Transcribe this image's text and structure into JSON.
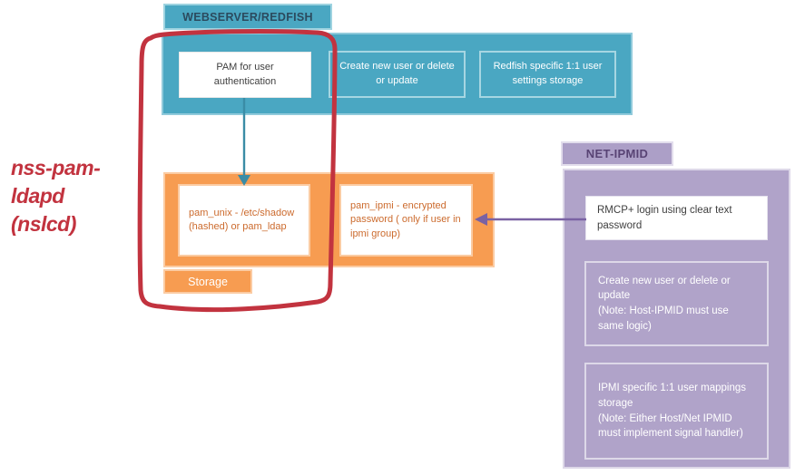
{
  "webserver": {
    "title": "WEBSERVER/REDFISH",
    "pam": "PAM for user authentication",
    "create": "Create new user or delete or update",
    "redfish": "Redfish specific 1:1 user settings storage"
  },
  "pam_storage": {
    "pam_unix": "pam_unix - /etc/shadow (hashed) or pam_ldap",
    "pam_ipmi": "pam_ipmi - encrypted password ( only if user in ipmi group)",
    "label": "Storage"
  },
  "net_ipmid": {
    "title": "NET-IPMID",
    "rmcp": "RMCP+ login using clear text password",
    "create": "Create new user or delete or update\n(Note: Host-IPMID must use same logic)",
    "mappings": "IPMI specific 1:1 user mappings storage\n(Note: Either Host/Net IPMID must implement signal handler)"
  },
  "annotation": {
    "line1": "nss-pam-ldapd",
    "line2": "(nslcd)"
  },
  "colors": {
    "teal": "#4AA7C2",
    "teal_border_light": "#9ED3E0",
    "teal_title_text": "#2B4A5E",
    "orange": "#F79C51",
    "orange_border_light": "#FBCBA2",
    "orange_text": "#CC6B2E",
    "purple": "#B0A3C9",
    "purple_border_light": "#DDD8E8",
    "purple_title_text": "#584374",
    "arrow_teal": "#3A8CA6",
    "arrow_purple": "#7A62A3",
    "annotation_red": "#C2333F",
    "dark_text": "#3F3F3F"
  }
}
